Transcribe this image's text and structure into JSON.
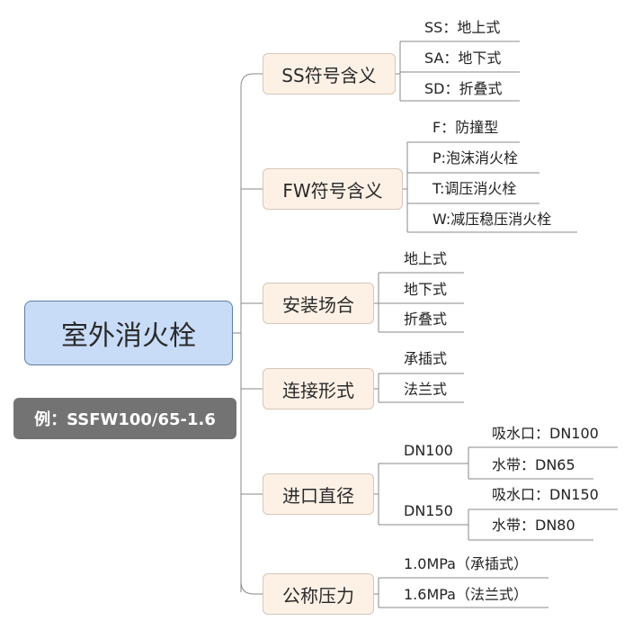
{
  "root": {
    "label": "室外消火栓"
  },
  "note": {
    "label": "例：SSFW100/65-1.6"
  },
  "branches": [
    {
      "label": "SS符号含义",
      "leaves": [
        "SS：地上式",
        "SA：地下式",
        "SD：折叠式"
      ]
    },
    {
      "label": "FW符号含义",
      "leaves": [
        "F：防撞型",
        "P:泡沫消火栓",
        "T:调压消火栓",
        "W:减压稳压消火栓"
      ]
    },
    {
      "label": "安装场合",
      "leaves": [
        "地上式",
        "地下式",
        "折叠式"
      ]
    },
    {
      "label": "连接形式",
      "leaves": [
        "承插式",
        "法兰式"
      ]
    },
    {
      "label": "进口直径",
      "groups": [
        {
          "label": "DN100",
          "leaves": [
            "吸水口：DN100",
            "水带：DN65"
          ]
        },
        {
          "label": "DN150",
          "leaves": [
            "吸水口：DN150",
            "水带：DN80"
          ]
        }
      ]
    },
    {
      "label": "公称压力",
      "leaves": [
        "1.0MPa（承插式）",
        "1.6MPa（法兰式）"
      ]
    }
  ]
}
